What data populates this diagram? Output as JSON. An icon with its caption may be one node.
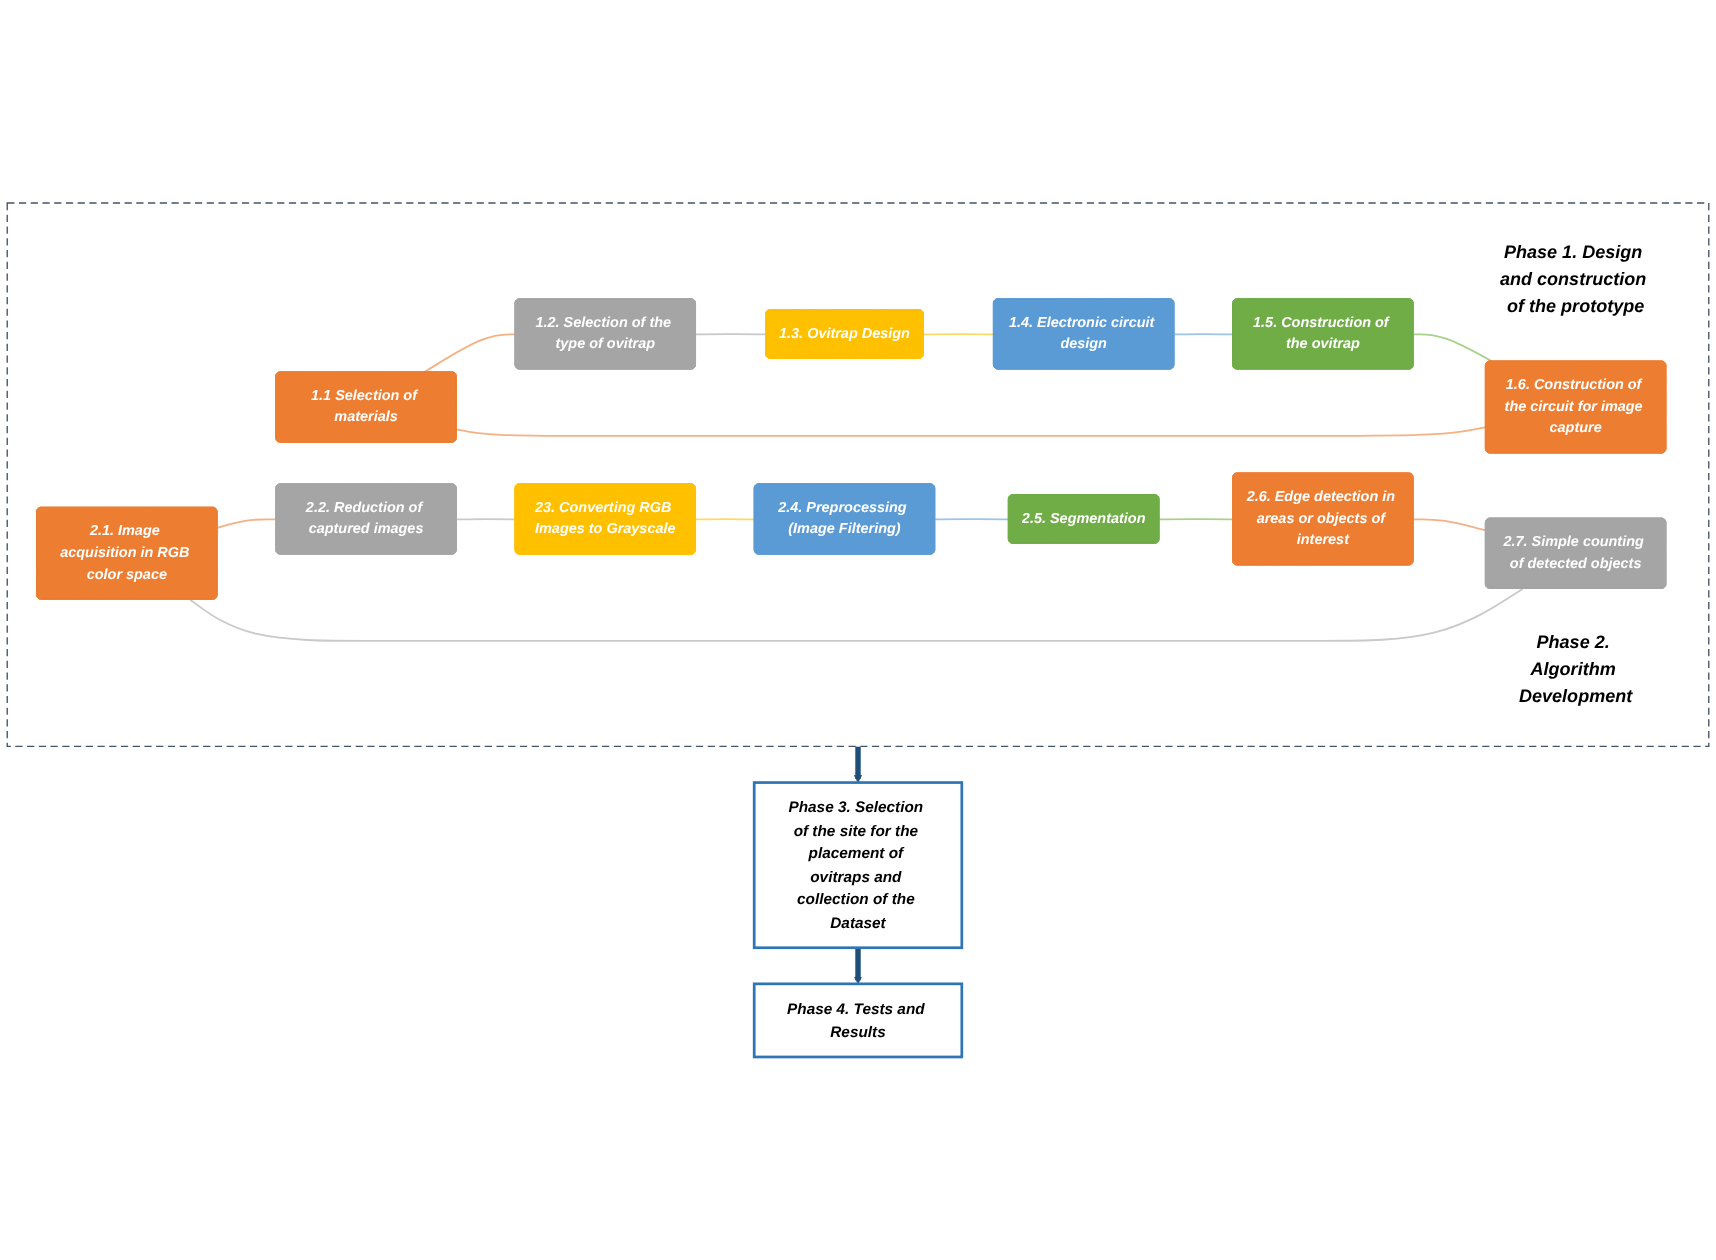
{
  "diagram": {
    "nodes": [
      {
        "text": [],
        "shape": "box"
      },
      {
        "text": [
          "Phase 1. Design and construction of the prototype"
        ],
        "in": 0
      },
      {
        "text": [
          "1.1 Selection of materials"
        ],
        "in": 0
      },
      {
        "text": [
          "1.2. Selection of the type of ovitrap"
        ],
        "in": 0
      },
      {
        "text": [
          "1.3. Ovitrap Design"
        ],
        "in": 0
      },
      {
        "text": [
          "1.4. Electronic circuit design"
        ],
        "in": 0
      },
      {
        "text": [
          "1.5. Construction of the ovitrap"
        ],
        "in": 0
      },
      {
        "text": [
          "1.6. Construction of the circuit for image capture"
        ],
        "in": 0
      },
      {
        "text": [
          "Phase 2. Algorithm Development"
        ],
        "in": 0
      },
      {
        "text": [
          "2.1. Image acquisition in RGB color space"
        ],
        "in": 0
      },
      {
        "text": [
          "2.2. Reduction of captured images"
        ],
        "in": 0
      },
      {
        "text": [
          "23. Converting RGB Images to Grayscale"
        ],
        "in": 0
      },
      {
        "text": [
          "2.4. Preprocessing (Image Filtering)"
        ],
        "in": 0
      },
      {
        "text": [
          "2.5. Segmentation"
        ],
        "in": 0
      },
      {
        "text": [
          "2.6. Edge detection in areas or objects of interest"
        ],
        "in": 0
      },
      {
        "text": [
          "2.7. Simple counting of detected objects"
        ],
        "in": 0
      },
      {
        "text": [
          "Phase 3. Selection of the site for the placement of ovitraps and collection of the Dataset"
        ]
      },
      {
        "text": [
          "Phase 4. Tests and Results"
        ]
      }
    ],
    "edges": [
      {
        "from": 2,
        "to": 3,
        "arrow": "none",
        "color": "#f4b183"
      },
      {
        "from": 3,
        "to": 4,
        "arrow": "none",
        "color": "#c9c9c9"
      },
      {
        "from": 4,
        "to": 5,
        "arrow": "none",
        "color": "#ffd966"
      },
      {
        "from": 5,
        "to": 6,
        "arrow": "none",
        "color": "#9dc3e6"
      },
      {
        "from": 6,
        "to": 7,
        "arrow": "none",
        "color": "#a9d18e"
      },
      {
        "from": 7,
        "to": 2,
        "arrow": "none",
        "color": "#f4b183"
      },
      {
        "from": 9,
        "to": 10,
        "arrow": "none",
        "color": "#f4b183"
      },
      {
        "from": 10,
        "to": 11,
        "arrow": "none",
        "color": "#c9c9c9"
      },
      {
        "from": 11,
        "to": 12,
        "arrow": "none",
        "color": "#ffd966"
      },
      {
        "from": 12,
        "to": 13,
        "arrow": "none",
        "color": "#9dc3e6"
      },
      {
        "from": 13,
        "to": 14,
        "arrow": "none",
        "color": "#a9d18e"
      },
      {
        "from": 14,
        "to": 15,
        "arrow": "none",
        "color": "#f4b183"
      },
      {
        "from": 15,
        "to": 9,
        "arrow": "none",
        "color": "#c9c9c9"
      },
      {
        "from": 0,
        "to": 16,
        "arrow": "to",
        "style": "thick",
        "color": "#1f4e79"
      },
      {
        "from": 16,
        "to": 17,
        "arrow": "to",
        "style": "thick",
        "color": "#1f4e79"
      }
    ]
  }
}
